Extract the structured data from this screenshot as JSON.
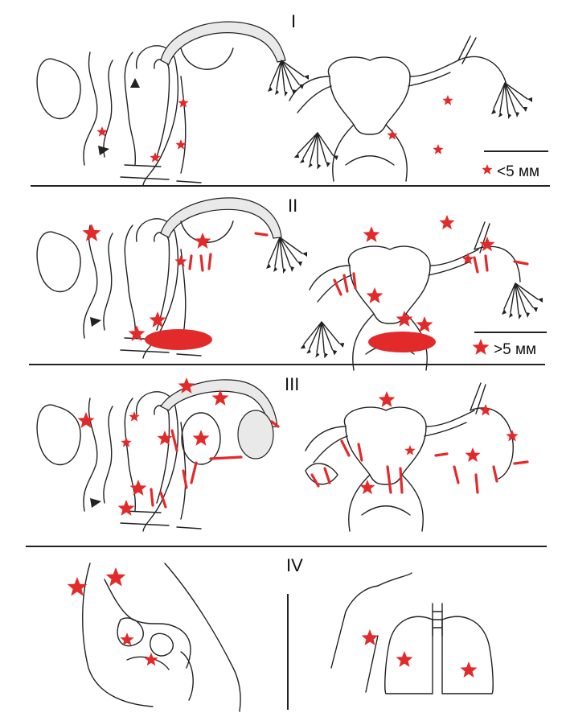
{
  "panels": [
    {
      "id": "I",
      "label": "I"
    },
    {
      "id": "II",
      "label": "II"
    },
    {
      "id": "III",
      "label": "III"
    },
    {
      "id": "IV",
      "label": "IV"
    }
  ],
  "legend": {
    "small": "<5 мм",
    "large": ">5 мм"
  },
  "colors": {
    "lesion": "#e32a2a",
    "line": "#222222",
    "background": "#ffffff"
  },
  "icons": {
    "lesion_marker": "red-star-icon",
    "arrow_marker": "black-triangle-icon"
  }
}
